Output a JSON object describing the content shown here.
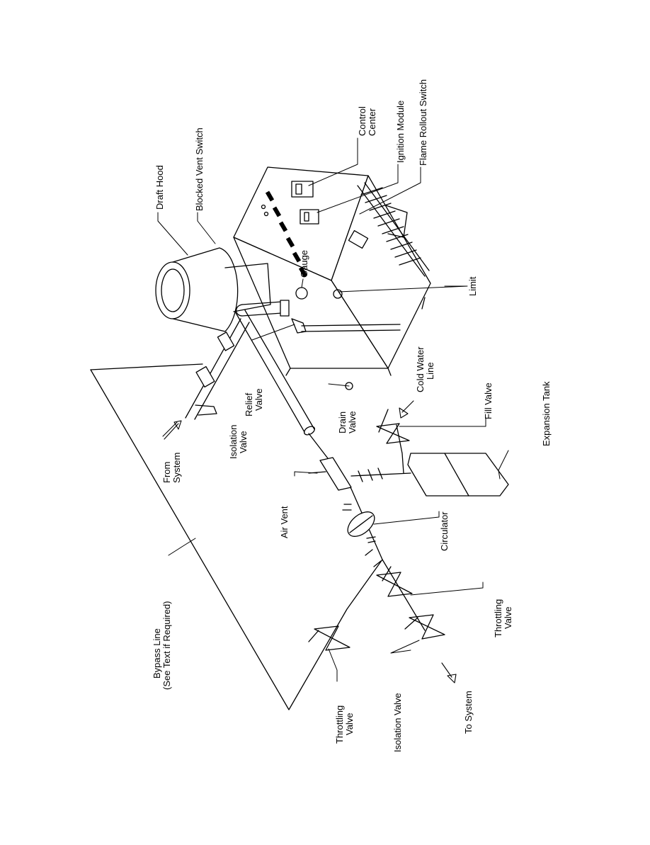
{
  "labels": {
    "control_center": [
      "Control",
      "Center"
    ],
    "ignition_module": "Ignition Module",
    "flame_rollout_switch": "Flame Rollout Switch",
    "draft_hood": "Draft Hood",
    "blocked_vent_switch": "Blocked Vent Switch",
    "gauge": "Gauge",
    "limit": "Limit",
    "relief_valve": [
      "Relief",
      "Valve"
    ],
    "cold_water_line": [
      "Cold Water",
      "Line"
    ],
    "fill_valve": "Fill Valve",
    "expansion_tank": "Expansion Tank",
    "drain_valve": [
      "Drain",
      "Valve"
    ],
    "isolation_valve_top": [
      "Isolation",
      "Valve"
    ],
    "from_system": [
      "From",
      "System"
    ],
    "air_vent": "Air Vent",
    "circulator": "Circulator",
    "bypass_line": [
      "Bypass Line",
      "(See Text if Required)"
    ],
    "throttling_valve_right": [
      "Throttling",
      "Valve"
    ],
    "throttling_valve_left": [
      "Throttling",
      "Valve"
    ],
    "isolation_valve_bottom": "Isolation Valve",
    "to_system": "To System"
  }
}
